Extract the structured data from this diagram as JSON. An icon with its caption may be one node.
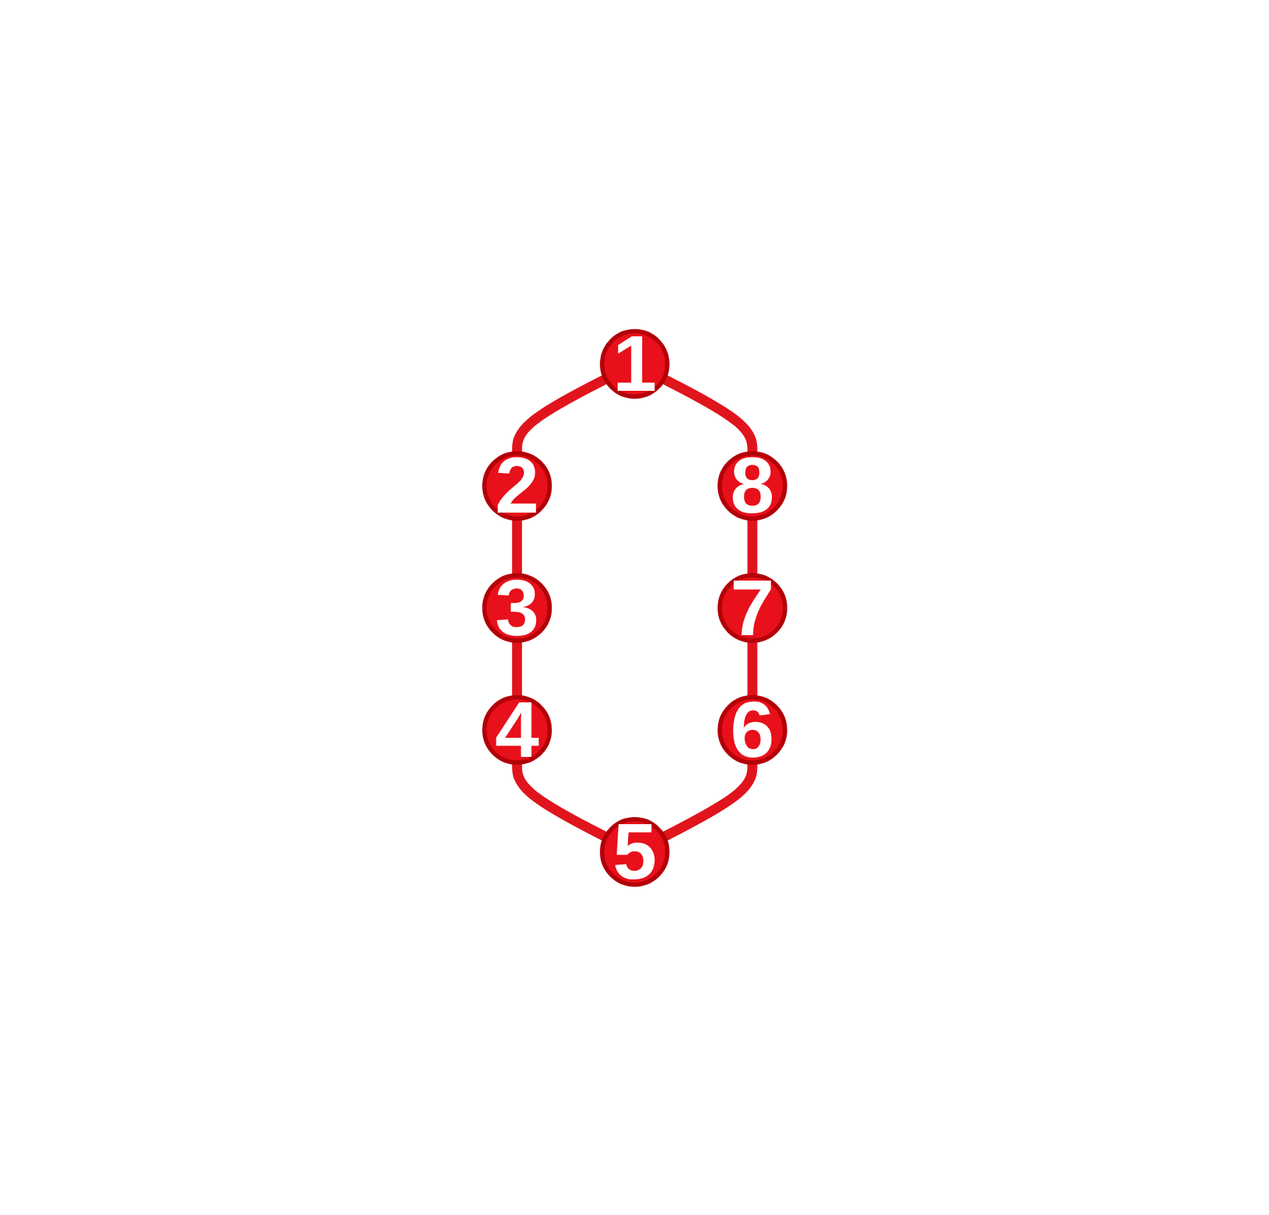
{
  "diagram": {
    "nodes": [
      {
        "text": [
          "1"
        ]
      },
      {
        "text": [
          "2"
        ]
      },
      {
        "text": [
          "3"
        ]
      },
      {
        "text": [
          "4"
        ]
      },
      {
        "text": [
          "5"
        ]
      },
      {
        "text": [
          "6"
        ]
      },
      {
        "text": [
          "7"
        ]
      },
      {
        "text": [
          "8"
        ]
      }
    ],
    "edges": [
      {
        "from": 0,
        "to": 1,
        "arrow": "none"
      },
      {
        "from": 1,
        "to": 2,
        "arrow": "none"
      },
      {
        "from": 2,
        "to": 3,
        "arrow": "none"
      },
      {
        "from": 3,
        "to": 4,
        "arrow": "none"
      },
      {
        "from": 0,
        "to": 7,
        "arrow": "none"
      },
      {
        "from": 7,
        "to": 6,
        "arrow": "none"
      },
      {
        "from": 6,
        "to": 5,
        "arrow": "none"
      },
      {
        "from": 5,
        "to": 4,
        "arrow": "none"
      }
    ]
  }
}
